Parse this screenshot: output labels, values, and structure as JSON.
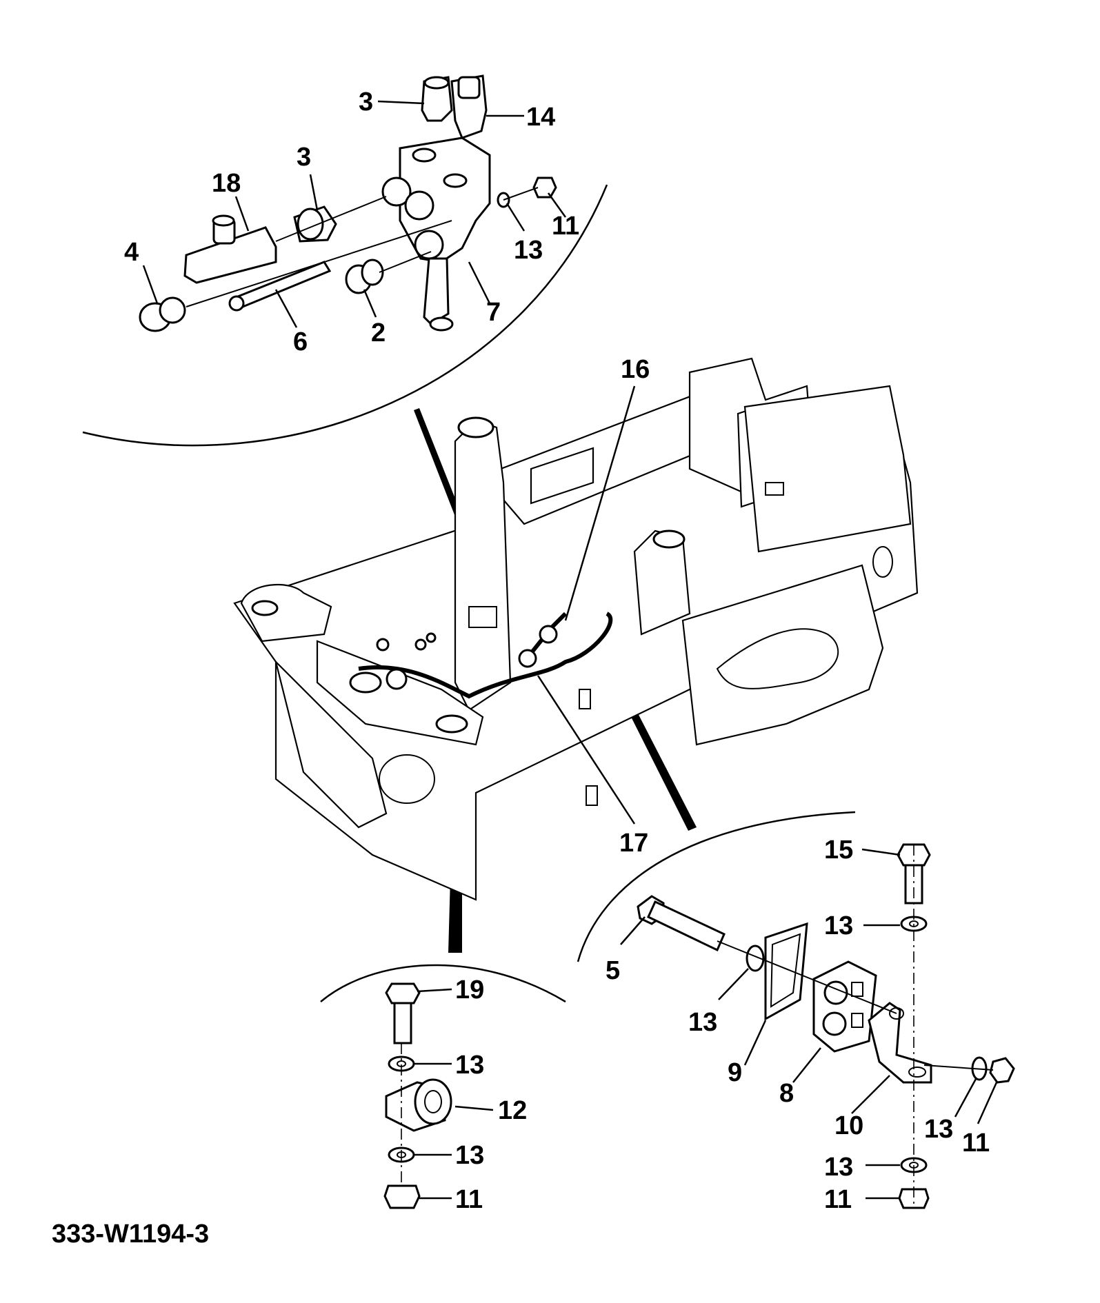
{
  "diagram": {
    "reference_code": "333-W1194-3",
    "callouts": {
      "top_left_3": "3",
      "top_14": "14",
      "mid_3": "3",
      "l18": "18",
      "l4": "4",
      "l6": "6",
      "l2": "2",
      "l7": "7",
      "top_13": "13",
      "top_11": "11",
      "l16": "16",
      "l17": "17",
      "l15": "15",
      "r13_a": "13",
      "l5": "5",
      "r13_b": "13",
      "l9": "9",
      "l8": "8",
      "l10": "10",
      "r13_c": "13",
      "r11_a": "11",
      "r13_d": "13",
      "r11_b": "11",
      "l19": "19",
      "b13_a": "13",
      "l12": "12",
      "b13_b": "13",
      "b11": "11"
    }
  }
}
